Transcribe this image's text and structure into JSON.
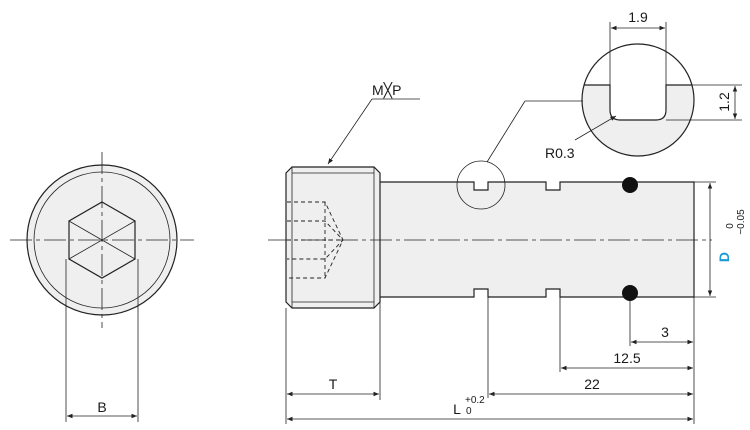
{
  "labels": {
    "thread": "M╳P",
    "radius": "R0.3",
    "groove_width": "1.9",
    "groove_depth": "1.2",
    "head_width_b": "B",
    "head_length_t": "T",
    "length_l": "L",
    "length_tol_upper": "+0.2",
    "length_tol_lower": "0",
    "diameter_d": "D",
    "diameter_tol_upper": "0",
    "diameter_tol_lower": "−0.05",
    "dim_3": "3",
    "dim_12_5": "12.5",
    "dim_22": "22"
  },
  "colors": {
    "dimension_highlight": "#1a9ad6",
    "body_fill": "#efefef",
    "line": "#222222"
  }
}
